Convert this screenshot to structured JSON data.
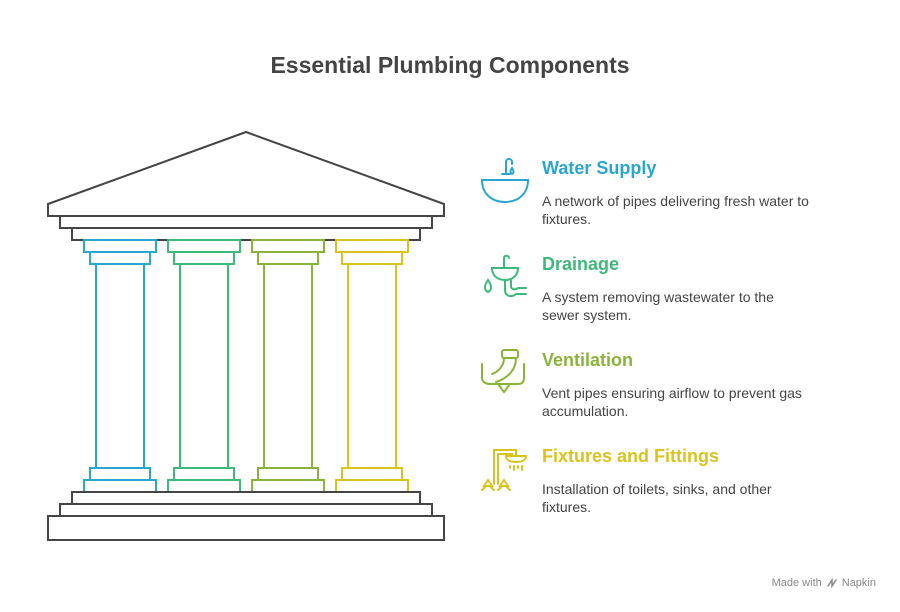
{
  "title": "Essential Plumbing Components",
  "items": [
    {
      "name": "Water Supply",
      "description": "A network of pipes delivering fresh water to fixtures.",
      "color": "#2aa7cf",
      "icon": "sink-faucet-icon"
    },
    {
      "name": "Drainage",
      "description": "A system removing wastewater to the sewer system.",
      "color": "#3dba79",
      "icon": "drain-pipe-icon"
    },
    {
      "name": "Ventilation",
      "description": "Vent pipes ensuring airflow to prevent gas accumulation.",
      "color": "#8ab33a",
      "icon": "vent-pipe-icon"
    },
    {
      "name": "Fixtures and Fittings",
      "description": "Installation of toilets, sinks, and other fixtures.",
      "color": "#d9c41e",
      "icon": "shower-fixture-icon"
    }
  ],
  "footer": {
    "made_with": "Made with",
    "brand": "Napkin"
  }
}
